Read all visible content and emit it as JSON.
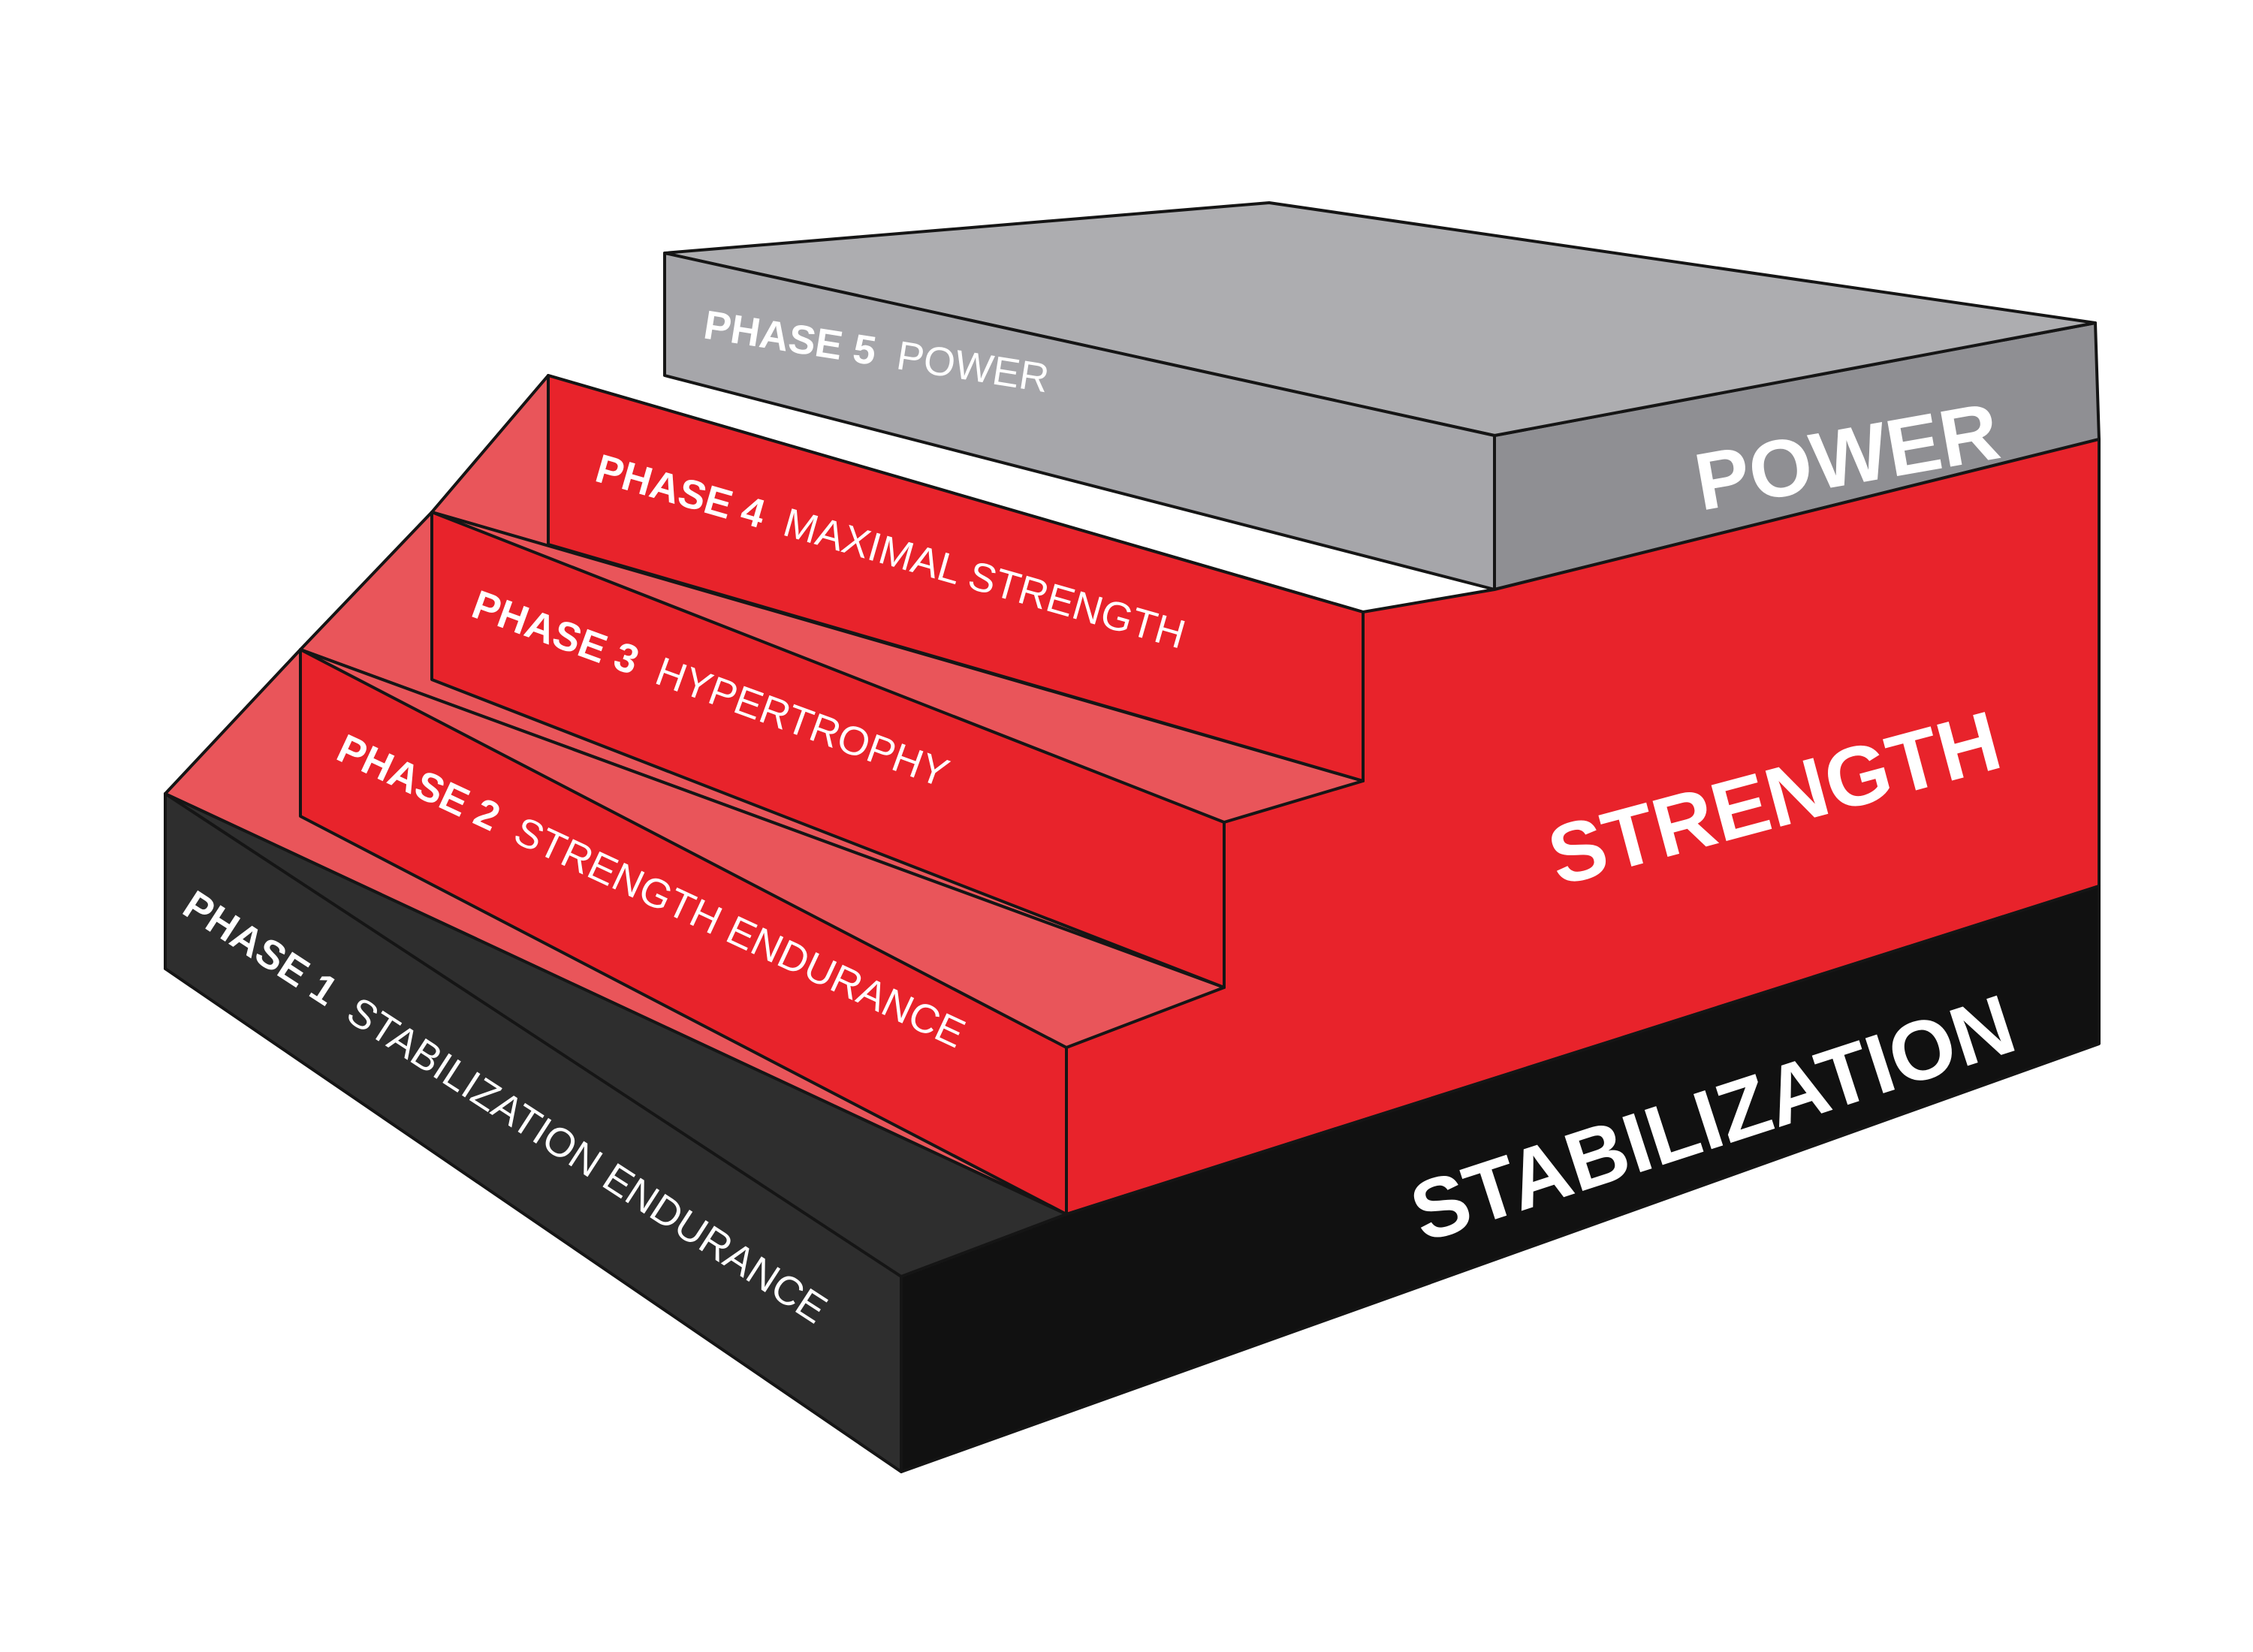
{
  "colors": {
    "power_top": "#adadb0",
    "power_side": "#8f8f93",
    "strength_tread": "#e9555a",
    "strength_front": "#e8232b",
    "stab_top": "#2e2e2e",
    "stab_side": "#111111",
    "outline": "#151515",
    "text": "#ffffff"
  },
  "levels": {
    "power": "POWER",
    "strength": "STRENGTH",
    "stabilization": "STABILIZATION"
  },
  "phases": [
    {
      "number": "PHASE 1",
      "name": "STABILIZATION ENDURANCE"
    },
    {
      "number": "PHASE 2",
      "name": "STRENGTH ENDURANCE"
    },
    {
      "number": "PHASE 3",
      "name": "HYPERTROPHY"
    },
    {
      "number": "PHASE 4",
      "name": "MAXIMAL STRENGTH"
    },
    {
      "number": "PHASE 5",
      "name": "POWER"
    }
  ]
}
